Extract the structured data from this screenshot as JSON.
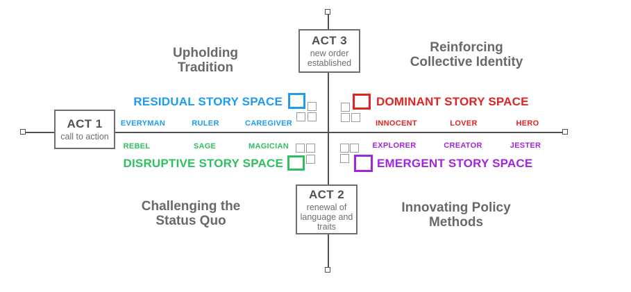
{
  "acts": {
    "act1": {
      "title": "ACT 1",
      "subtitle": "call to action"
    },
    "act3": {
      "title": "ACT 3",
      "subtitle_lines": [
        "new order",
        "established"
      ]
    },
    "act2": {
      "title": "ACT 2",
      "subtitle_lines": [
        "renewal of",
        "language and",
        "traits"
      ]
    }
  },
  "quadrants": {
    "top_left": {
      "label_lines": [
        "Upholding",
        "Tradition"
      ]
    },
    "top_right": {
      "label_lines": [
        "Reinforcing",
        "Collective Identity"
      ]
    },
    "bottom_left": {
      "label_lines": [
        "Challenging the",
        "Status Quo"
      ]
    },
    "bottom_right": {
      "label_lines": [
        "Innovating Policy",
        "Methods"
      ]
    }
  },
  "spaces": {
    "residual": {
      "label": "RESIDUAL STORY SPACE",
      "color": "#1d9bf0",
      "archetypes": [
        "EVERYMAN",
        "RULER",
        "CAREGIVER"
      ]
    },
    "dominant": {
      "label": "DOMINANT STORY SPACE",
      "color": "#e32322",
      "archetypes": [
        "INNOCENT",
        "LOVER",
        "HERO"
      ]
    },
    "disruptive": {
      "label": "DISRUPTIVE STORY SPACE",
      "color": "#2fbf60",
      "archetypes": [
        "REBEL",
        "SAGE",
        "MAGICIAN"
      ]
    },
    "emergent": {
      "label": "EMERGENT STORY SPACE",
      "color": "#a324dd",
      "archetypes": [
        "EXPLORER",
        "CREATOR",
        "JESTER"
      ]
    }
  },
  "colors": {
    "axis": "#4f4f4f",
    "box_border": "#6d6e71",
    "heading_gray": "#696969",
    "grid_square_gray": "#9b9b9b"
  }
}
